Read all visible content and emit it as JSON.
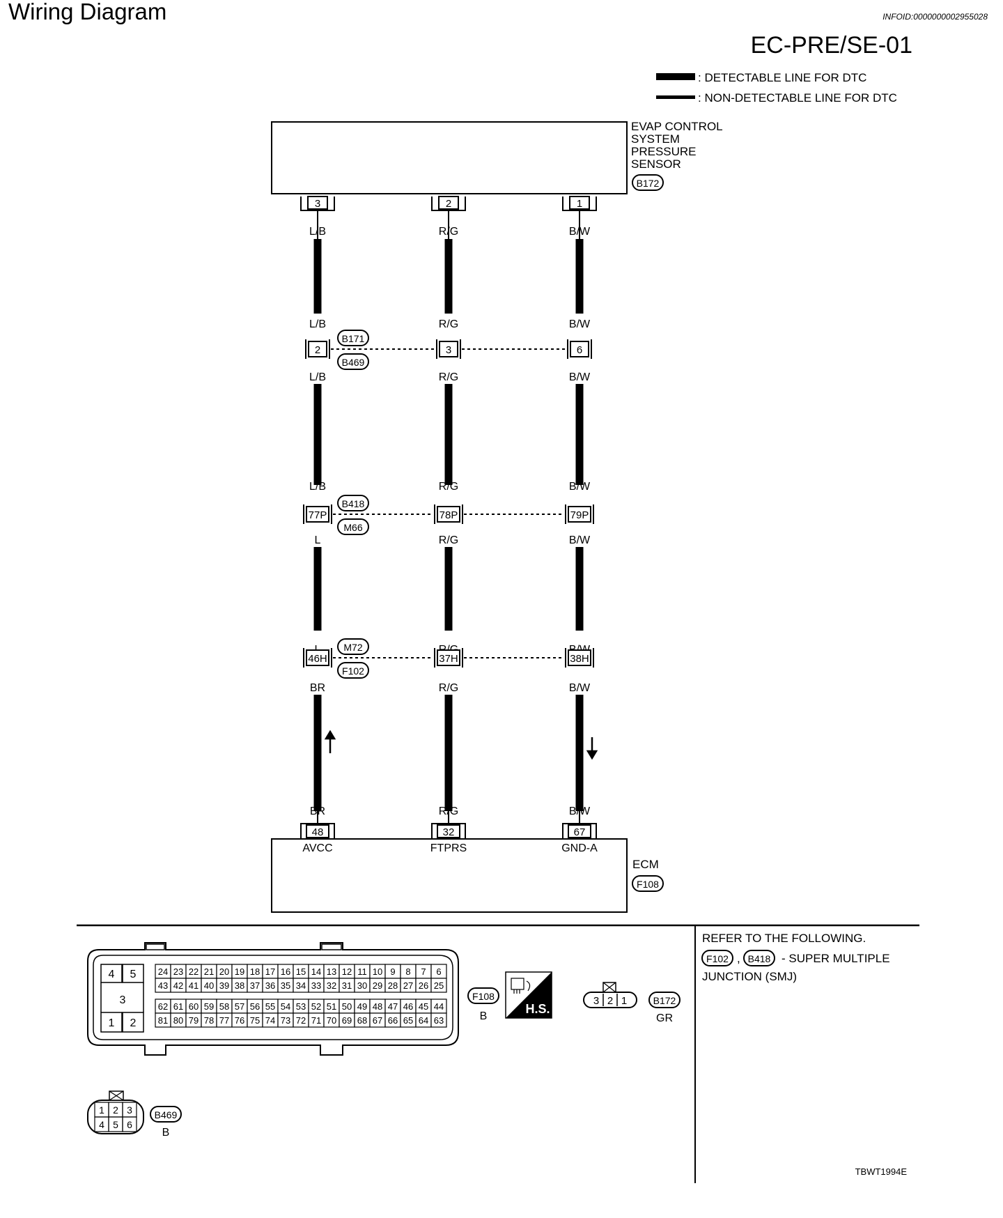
{
  "header": {
    "title": "Wiring Diagram",
    "infoid": "INFOID:0000000002955028",
    "diagram_code": "EC-PRE/SE-01"
  },
  "legend": {
    "detectable": ": DETECTABLE LINE FOR DTC",
    "non_detectable": ": NON-DETECTABLE LINE FOR DTC"
  },
  "sensor": {
    "name_lines": [
      "EVAP CONTROL",
      "SYSTEM",
      "PRESSURE",
      "SENSOR"
    ],
    "connector": "B172",
    "pins": [
      "3",
      "2",
      "1"
    ]
  },
  "wires": [
    {
      "colors": [
        "L/B",
        "L/B",
        "L/B",
        "L/B",
        "L",
        "L",
        "BR",
        "BR"
      ],
      "flow_arrow": "up"
    },
    {
      "colors": [
        "R/G",
        "R/G",
        "R/G",
        "R/G",
        "R/G",
        "R/G",
        "R/G",
        "R/G"
      ],
      "flow_arrow": ""
    },
    {
      "colors": [
        "B/W",
        "B/W",
        "B/W",
        "B/W",
        "B/W",
        "B/W",
        "B/W",
        "B/W"
      ],
      "flow_arrow": "down"
    }
  ],
  "junctions": [
    {
      "pins": [
        "2",
        "3",
        "6"
      ],
      "connectors": [
        "B171",
        "B469"
      ]
    },
    {
      "pins": [
        "77P",
        "78P",
        "79P"
      ],
      "connectors": [
        "B418",
        "M66"
      ]
    },
    {
      "pins": [
        "46H",
        "37H",
        "38H"
      ],
      "connectors": [
        "M72",
        "F102"
      ]
    }
  ],
  "ecm": {
    "name": "ECM",
    "connector": "F108",
    "pins": [
      "48",
      "32",
      "67"
    ],
    "terminal_names": [
      "AVCC",
      "FTPRS",
      "GND-A"
    ]
  },
  "connector_views": {
    "f108": {
      "id": "F108",
      "color": "B",
      "left_block": {
        "top": [
          "4",
          "5"
        ],
        "mid": "3",
        "bottom": [
          "1",
          "2"
        ]
      },
      "rows": [
        [
          "24",
          "23",
          "22",
          "21",
          "20",
          "19",
          "18",
          "17",
          "16",
          "15",
          "14",
          "13",
          "12",
          "11",
          "10",
          "9",
          "8",
          "7",
          "6"
        ],
        [
          "43",
          "42",
          "41",
          "40",
          "39",
          "38",
          "37",
          "36",
          "35",
          "34",
          "33",
          "32",
          "31",
          "30",
          "29",
          "28",
          "27",
          "26",
          "25"
        ],
        [
          "62",
          "61",
          "60",
          "59",
          "58",
          "57",
          "56",
          "55",
          "54",
          "53",
          "52",
          "51",
          "50",
          "49",
          "48",
          "47",
          "46",
          "45",
          "44"
        ],
        [
          "81",
          "80",
          "79",
          "78",
          "77",
          "76",
          "75",
          "74",
          "73",
          "72",
          "71",
          "70",
          "69",
          "68",
          "67",
          "66",
          "65",
          "64",
          "63"
        ]
      ]
    },
    "hs_badge": "H.S.",
    "b172": {
      "id": "B172",
      "color": "GR",
      "pins": [
        "3",
        "2",
        "1"
      ]
    },
    "b469": {
      "id": "B469",
      "color": "B",
      "rows": [
        [
          "1",
          "2",
          "3"
        ],
        [
          "4",
          "5",
          "6"
        ]
      ]
    }
  },
  "refer": {
    "heading": "REFER TO THE FOLLOWING.",
    "connectors": [
      "F102",
      "B418"
    ],
    "sep": ",",
    "text1": "- SUPER MULTIPLE",
    "text2": "JUNCTION (SMJ)"
  },
  "figure_code": "TBWT1994E"
}
